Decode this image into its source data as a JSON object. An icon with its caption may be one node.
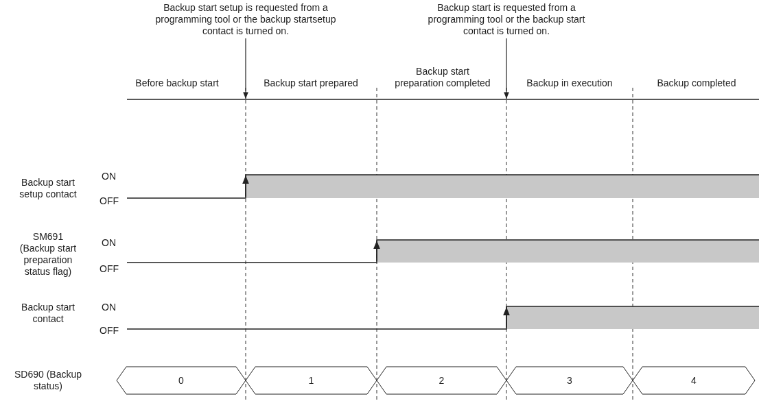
{
  "diagram": {
    "nodes": [
      {
        "text": [
          "Backup start setup is requested from a programming tool or the backup startsetup contact is turned on."
        ]
      },
      {
        "text": [
          "Backup start is requested from a programming tool or the backup start contact is turned on."
        ]
      },
      {
        "text": [
          "0"
        ]
      },
      {
        "text": [
          "1"
        ]
      },
      {
        "text": [
          "2"
        ]
      },
      {
        "text": [
          "3"
        ]
      },
      {
        "text": [
          "4"
        ]
      }
    ],
    "edges": [
      {
        "from": 0,
        "to": null,
        "arrow": "to"
      },
      {
        "from": 1,
        "to": null,
        "arrow": "to"
      }
    ],
    "labels": [
      "Before backup start",
      "Backup start prepared",
      "Backup start preparation completed",
      "Backup in execution",
      "Backup completed",
      "Backup start setup contact",
      "ON",
      "OFF",
      "SM691 (Backup start preparation status flag)",
      "ON",
      "OFF",
      "Backup start contact",
      "ON",
      "OFF",
      "SD690 (Backup status)"
    ]
  }
}
